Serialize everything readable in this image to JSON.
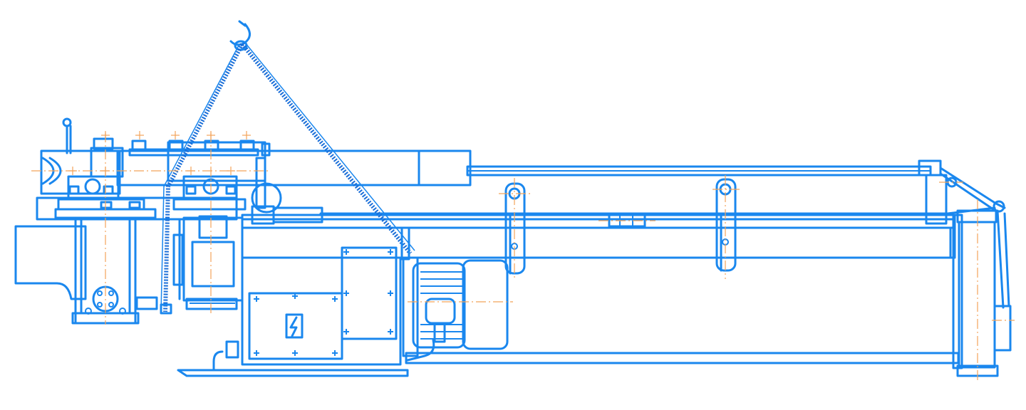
{
  "drawing": {
    "line_color": "#1a87ee",
    "centerline_color": "#f2a35a",
    "background": "#ffffff",
    "components": [
      "drive-roller-head",
      "lifting-hook",
      "lifting-slings",
      "hydraulic-cylinder",
      "main-frame",
      "control-cabinet",
      "electrical-box",
      "electric-motor",
      "support-bracket-left",
      "support-bracket-right",
      "end-stand",
      "tie-rod"
    ]
  }
}
